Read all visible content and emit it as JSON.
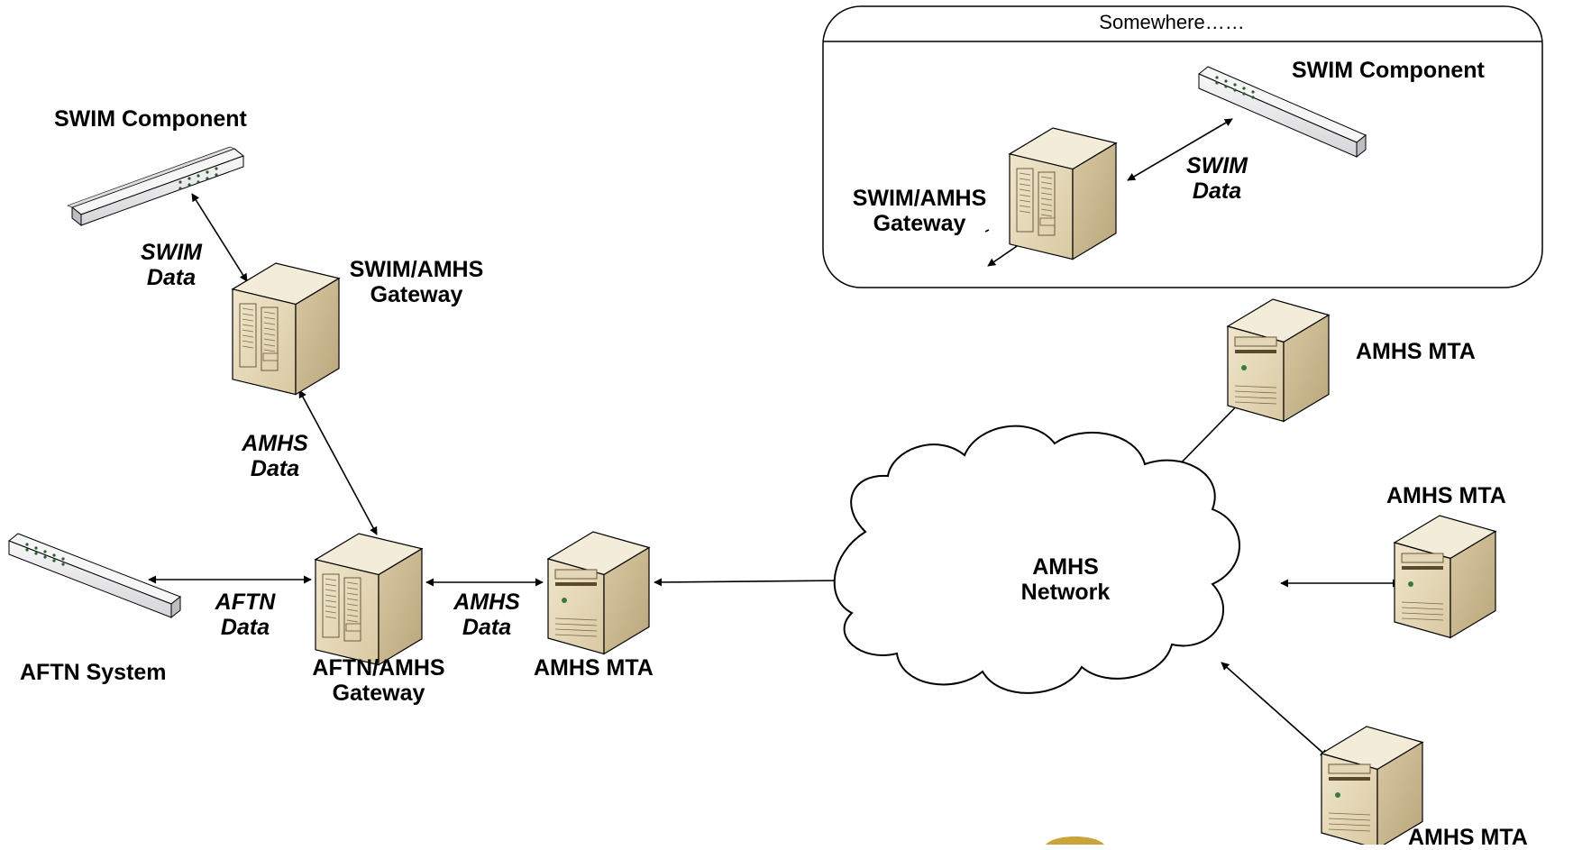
{
  "labels": {
    "swim_component_left": "SWIM Component",
    "swim_component_right": "SWIM Component",
    "swim_amhs_gateway_left": [
      "SWIM/AMHS",
      "Gateway"
    ],
    "swim_amhs_gateway_right": [
      "SWIM/AMHS",
      "Gateway"
    ],
    "swim_data": [
      "SWIM",
      "Data"
    ],
    "amhs_data": [
      "AMHS",
      "Data"
    ],
    "aftn_data": [
      "AFTN",
      "Data"
    ],
    "aftn_system": "AFTN System",
    "aftn_amhs_gateway": [
      "AFTN/AMHS",
      "Gateway"
    ],
    "amhs_mta": "AMHS MTA",
    "amhs_network": [
      "AMHS",
      "Network"
    ],
    "somewhere": "Somewhere……"
  },
  "colors": {
    "device_face": "#e8dcc0",
    "device_top": "#f3ecd9",
    "device_side": "#c9b891",
    "switch_face": "#e9e9ea",
    "switch_top": "#f6f6f7",
    "switch_side": "#c8c8cc",
    "line": "#000000"
  }
}
